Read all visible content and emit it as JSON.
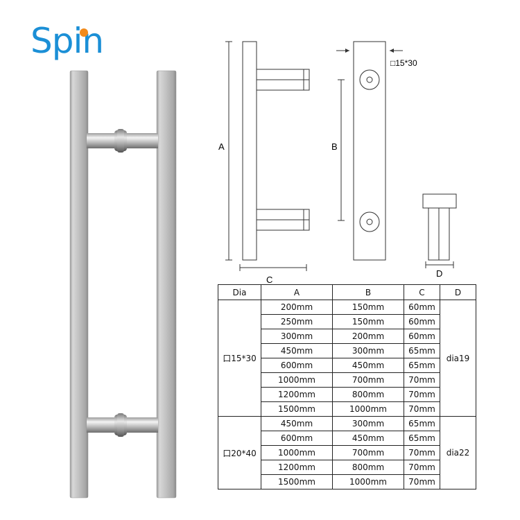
{
  "logo": {
    "text": "Spin",
    "brand_blue": "#1b8fd6",
    "brand_orange": "#f28a1a"
  },
  "drawing": {
    "label_a": "A",
    "label_b": "B",
    "label_c": "C",
    "label_d": "D",
    "profile_label": "□15*30"
  },
  "table": {
    "headers": [
      "Dia",
      "A",
      "B",
      "C",
      "D"
    ],
    "groups": [
      {
        "dia": "口15*30",
        "d": "dia19",
        "rows": [
          [
            "200mm",
            "150mm",
            "60mm"
          ],
          [
            "250mm",
            "150mm",
            "60mm"
          ],
          [
            "300mm",
            "200mm",
            "60mm"
          ],
          [
            "450mm",
            "300mm",
            "65mm"
          ],
          [
            "600mm",
            "450mm",
            "65mm"
          ],
          [
            "1000mm",
            "700mm",
            "70mm"
          ],
          [
            "1200mm",
            "800mm",
            "70mm"
          ],
          [
            "1500mm",
            "1000mm",
            "70mm"
          ]
        ]
      },
      {
        "dia": "口20*40",
        "d": "dia22",
        "rows": [
          [
            "450mm",
            "300mm",
            "65mm"
          ],
          [
            "600mm",
            "450mm",
            "65mm"
          ],
          [
            "1000mm",
            "700mm",
            "70mm"
          ],
          [
            "1200mm",
            "800mm",
            "70mm"
          ],
          [
            "1500mm",
            "1000mm",
            "70mm"
          ]
        ]
      }
    ]
  }
}
